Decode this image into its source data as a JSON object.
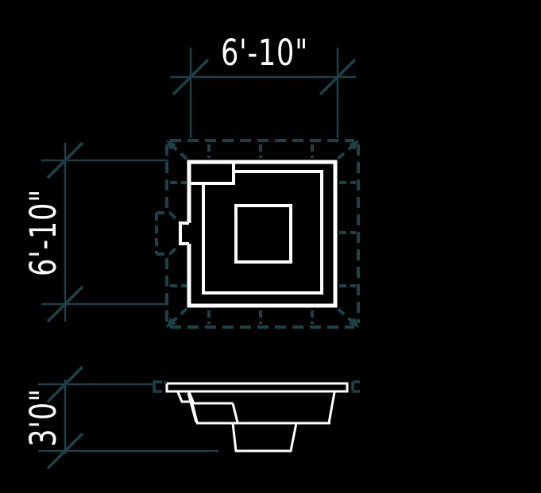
{
  "drawing": {
    "background_color": "#000000",
    "accent_line_color": "#1c4147",
    "primary_line_color": "#ffffff",
    "plan_view": {
      "width_dimension_label": "6'-10\"",
      "height_dimension_label": "6'-10\""
    },
    "section_view": {
      "depth_dimension_label": "3'0\""
    }
  }
}
